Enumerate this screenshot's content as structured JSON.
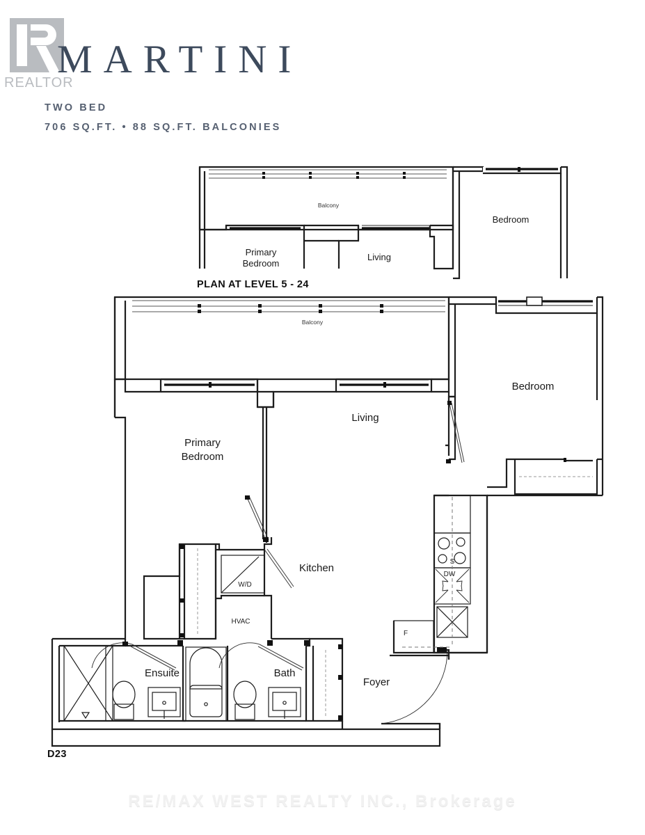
{
  "header": {
    "realtor_logo_text": "REALTOR",
    "brand_title": "MARTINI",
    "subtitle_line1": "TWO BED",
    "subtitle_line2": "706 SQ.FT. • 88 SQ.FT. BALCONIES",
    "brand_color": "#3d4a5c",
    "subtitle_color": "#566071",
    "logo_color": "#b9bcc0"
  },
  "plans": [
    {
      "id": "upper-plan",
      "caption": "PLAN AT LEVEL 5 - 24",
      "rooms": [
        {
          "name": "Balcony",
          "label": "Balcony"
        },
        {
          "name": "Primary Bedroom",
          "label_line1": "Primary",
          "label_line2": "Bedroom"
        },
        {
          "name": "Living",
          "label": "Living"
        },
        {
          "name": "Bedroom",
          "label": "Bedroom"
        }
      ]
    },
    {
      "id": "main-plan",
      "caption": "D23",
      "rooms": [
        {
          "name": "Balcony",
          "label": "Balcony"
        },
        {
          "name": "Primary Bedroom",
          "label_line1": "Primary",
          "label_line2": "Bedroom"
        },
        {
          "name": "Living",
          "label": "Living"
        },
        {
          "name": "Bedroom",
          "label": "Bedroom"
        },
        {
          "name": "Kitchen",
          "label": "Kitchen"
        },
        {
          "name": "Ensuite",
          "label": "Ensuite"
        },
        {
          "name": "Bath",
          "label": "Bath"
        },
        {
          "name": "Foyer",
          "label": "Foyer"
        }
      ],
      "fixtures": [
        {
          "name": "washer-dryer",
          "label": "W/D"
        },
        {
          "name": "hvac-closet",
          "label": "HVAC"
        },
        {
          "name": "dishwasher",
          "label": "DW"
        },
        {
          "name": "sink",
          "label": "S"
        },
        {
          "name": "fridge",
          "label": "F"
        }
      ]
    }
  ],
  "footer": {
    "watermark": "RE/MAX WEST REALTY INC., Brokerage"
  }
}
